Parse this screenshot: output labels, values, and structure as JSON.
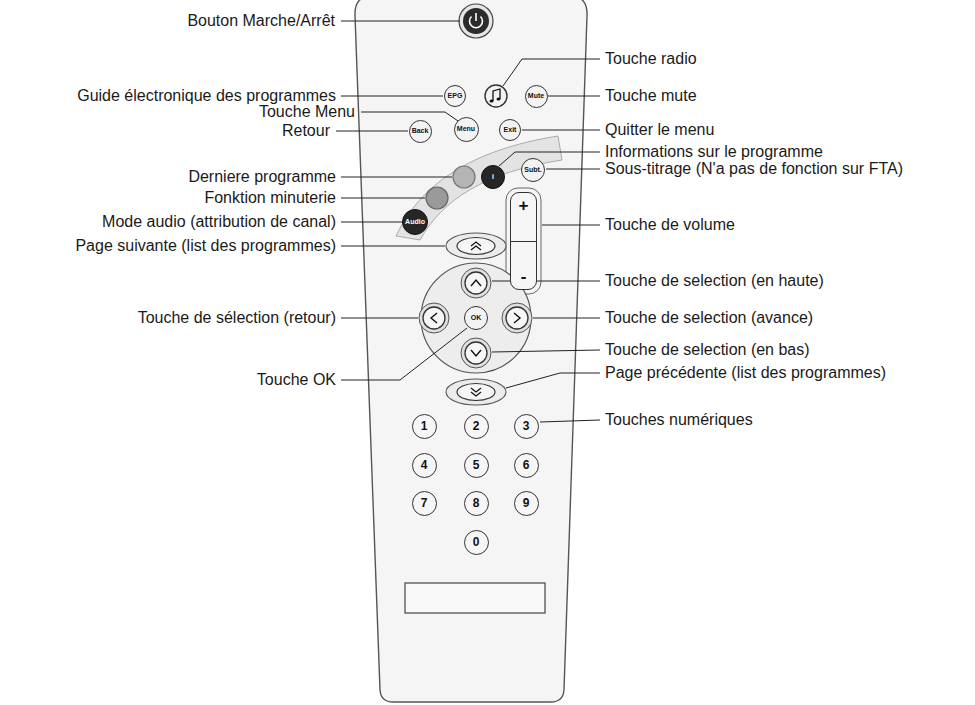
{
  "diagram": {
    "nodes": [
      {
        "text": [
          "EPG"
        ]
      },
      {
        "text": [
          "Mute"
        ]
      },
      {
        "text": [
          "Back"
        ]
      },
      {
        "text": [
          "Menu"
        ]
      },
      {
        "text": [
          "Exit"
        ]
      },
      {
        "text": [
          "i"
        ]
      },
      {
        "text": [
          "Subt."
        ]
      },
      {
        "text": [
          "Audio"
        ]
      },
      {
        "text": [
          "+",
          "-"
        ]
      },
      {
        "text": [
          "OK"
        ]
      },
      {
        "text": [
          "1"
        ]
      },
      {
        "text": [
          "2"
        ]
      },
      {
        "text": [
          "3"
        ]
      },
      {
        "text": [
          "4"
        ]
      },
      {
        "text": [
          "5"
        ]
      },
      {
        "text": [
          "6"
        ]
      },
      {
        "text": [
          "7"
        ]
      },
      {
        "text": [
          "8"
        ]
      },
      {
        "text": [
          "9"
        ]
      },
      {
        "text": [
          "0"
        ]
      }
    ],
    "labels": [
      "Bouton Marche/Arrêt",
      "Guide électronique des programmes",
      "Touche Menu",
      "Retour",
      "Derniere programme",
      "Fonktion minuterie",
      "Mode audio (attribution de canal)",
      "Page suivante (list des programmes)",
      "Touche de sélection (retour)",
      "Touche OK",
      "Touche radio",
      "Touche mute",
      "Quitter le menu",
      "Informations sur le programme",
      "Sous-titrage (N'a pas de fonction sur FTA)",
      "Touche de volume",
      "Touche de selection (en haute)",
      "Touche de selection (avance)",
      "Touche de selection (en bas)",
      "Page précédente (list des programmes)",
      "Touches numériques"
    ]
  }
}
